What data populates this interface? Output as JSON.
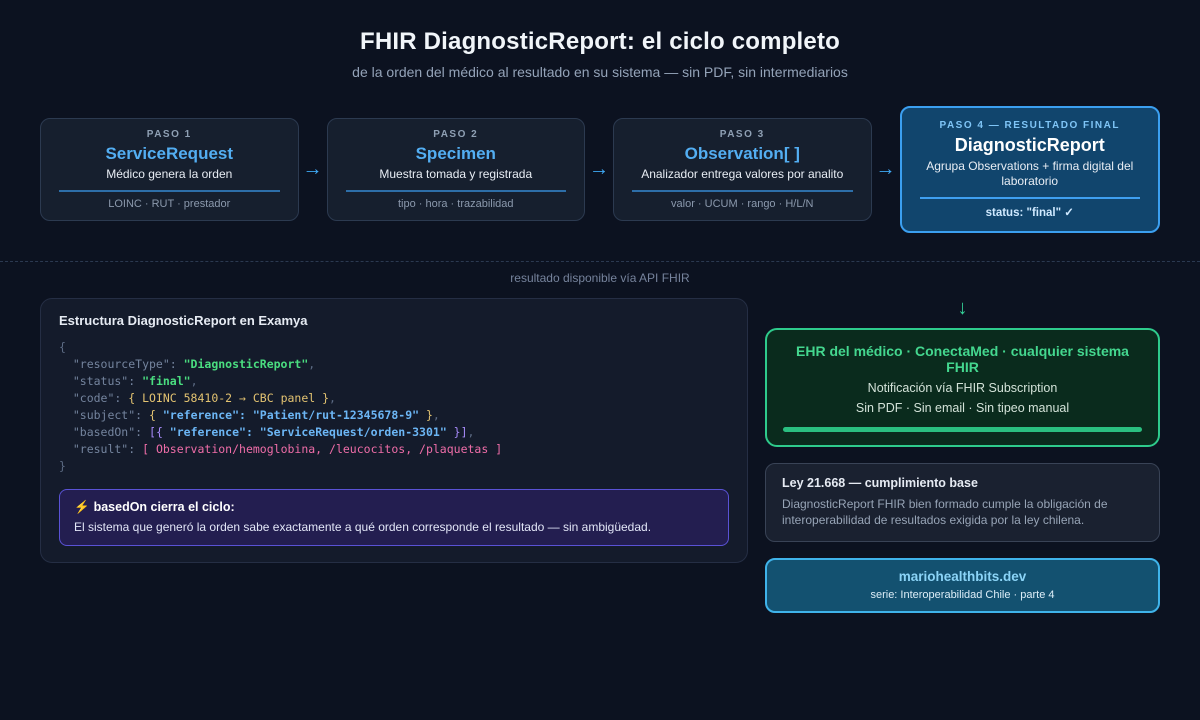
{
  "header": {
    "title": "FHIR DiagnosticReport: el ciclo completo",
    "subtitle": "de la orden del médico al resultado en su sistema — sin PDF, sin intermediarios"
  },
  "arrows": {
    "step": "→",
    "down": "↓"
  },
  "steps": [
    {
      "label": "PASO 1",
      "name": "ServiceRequest",
      "desc": "Médico genera la orden",
      "meta": "LOINC · RUT · prestador"
    },
    {
      "label": "PASO 2",
      "name": "Specimen",
      "desc": "Muestra tomada y registrada",
      "meta": "tipo · hora · trazabilidad"
    },
    {
      "label": "PASO 3",
      "name": "Observation[ ]",
      "desc": "Analizador entrega valores por analito",
      "meta": "valor · UCUM · rango · H/L/N"
    },
    {
      "label": "PASO 4 — RESULTADO FINAL",
      "name": "DiagnosticReport",
      "desc": "Agrupa Observations + firma digital del laboratorio",
      "meta": "status: \"final\" ✓"
    }
  ],
  "separator": {
    "label": "resultado disponible vía API FHIR"
  },
  "code_panel": {
    "title": "Estructura DiagnosticReport en Examya",
    "lines": [
      [
        {
          "t": "{",
          "c": "p"
        }
      ],
      [
        {
          "t": "  \"resourceType\": ",
          "c": "k"
        },
        {
          "t": "\"DiagnosticReport\"",
          "c": "g"
        },
        {
          "t": ",",
          "c": "p"
        }
      ],
      [
        {
          "t": "  \"status\": ",
          "c": "k"
        },
        {
          "t": "\"final\"",
          "c": "g"
        },
        {
          "t": ",",
          "c": "p"
        }
      ],
      [
        {
          "t": "  \"code\": ",
          "c": "k"
        },
        {
          "t": "{ LOINC 58410-2 → CBC panel }",
          "c": "y"
        },
        {
          "t": ",",
          "c": "p"
        }
      ],
      [
        {
          "t": "  \"subject\": ",
          "c": "k"
        },
        {
          "t": "{ ",
          "c": "y"
        },
        {
          "t": "\"reference\": \"Patient/rut-12345678-9\"",
          "c": "b"
        },
        {
          "t": " }",
          "c": "y"
        },
        {
          "t": ",",
          "c": "p"
        }
      ],
      [
        {
          "t": "  \"basedOn\": ",
          "c": "k"
        },
        {
          "t": "[{ ",
          "c": "v"
        },
        {
          "t": "\"reference\": \"ServiceRequest/orden-3301\"",
          "c": "b"
        },
        {
          "t": " }]",
          "c": "v"
        },
        {
          "t": ",",
          "c": "p"
        }
      ],
      [
        {
          "t": "  \"result\": ",
          "c": "k"
        },
        {
          "t": "[ Observation/hemoglobina, /leucocitos, /plaquetas ]",
          "c": "pk"
        }
      ],
      [
        {
          "t": "}",
          "c": "p"
        }
      ]
    ],
    "callout": {
      "icon": "⚡",
      "title": "basedOn cierra el ciclo:",
      "body": "El sistema que generó la orden sabe exactamente a qué orden corresponde el resultado — sin ambigüedad."
    }
  },
  "destination": {
    "title": "EHR del médico · ConectaMed · cualquier sistema FHIR",
    "line1": "Notificación vía FHIR Subscription",
    "line2": "Sin PDF · Sin email · Sin tipeo manual"
  },
  "law": {
    "title": "Ley 21.668 — cumplimiento base",
    "body": "DiagnosticReport FHIR bien formado cumple la obligación de interoperabilidad de resultados exigida por la ley chilena."
  },
  "brand": {
    "site": "mariohealthbits.dev",
    "series": "serie: Interoperabilidad Chile · parte 4"
  }
}
